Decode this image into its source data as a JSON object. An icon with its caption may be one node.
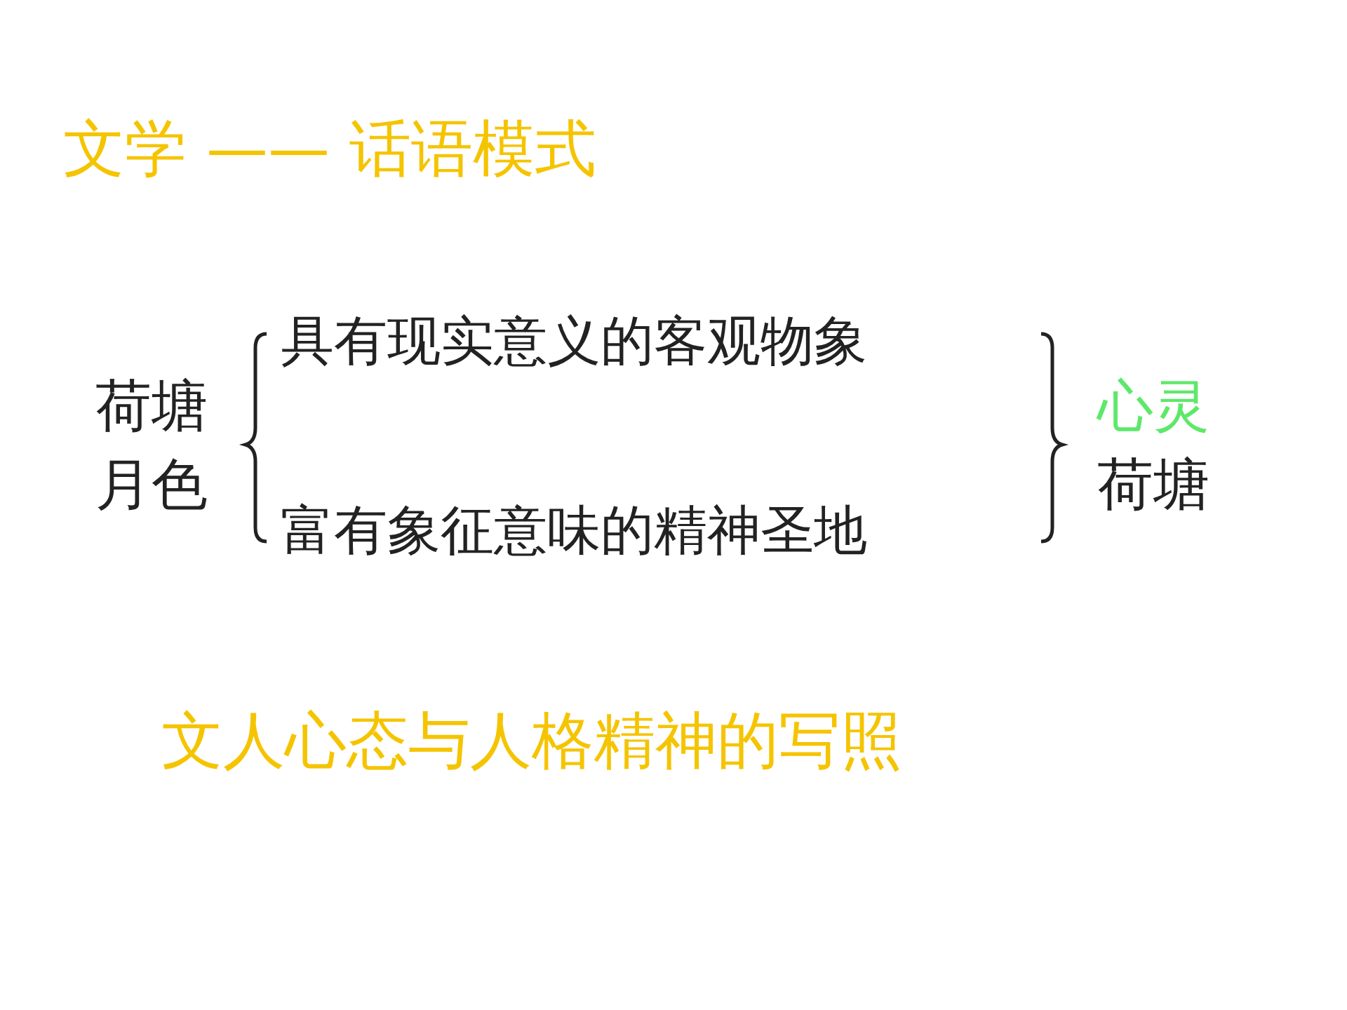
{
  "diagram": {
    "title": "文学 —— 话语模式",
    "nodes": [
      {
        "text": [
          "荷塘月色"
        ]
      },
      {
        "text": [
          "具有现实意义的客观物象"
        ]
      },
      {
        "text": [
          "富有象征意味的精神圣地"
        ]
      },
      {
        "text": [
          "心灵",
          "荷塘"
        ]
      }
    ],
    "labels": [
      "文人心态与人格精神的写照"
    ]
  }
}
